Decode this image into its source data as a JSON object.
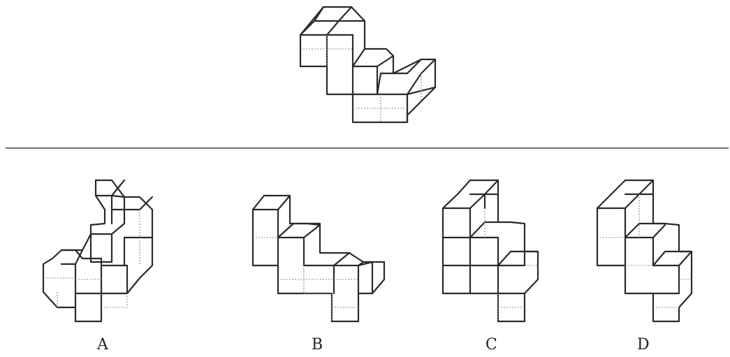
{
  "options": [
    {
      "letter": "A"
    },
    {
      "letter": "B"
    },
    {
      "letter": "C"
    },
    {
      "letter": "D"
    }
  ],
  "colors": {
    "edge": "#2a2a2a",
    "hidden_edge": "#8a8a8a",
    "divider": "#444444"
  }
}
